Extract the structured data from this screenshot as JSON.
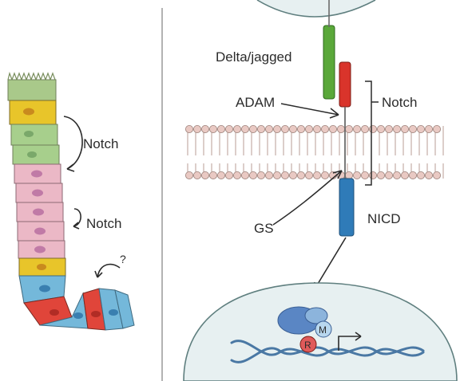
{
  "left_panel": {
    "notch_label_1": "Notch",
    "notch_label_2": "Notch",
    "question_mark": "?"
  },
  "right_panel": {
    "ligand_label": "Delta/jagged",
    "adam_label": "ADAM",
    "receptor_label": "Notch",
    "secretase_label": "GS",
    "nicd_label": "NICD",
    "r_label": "R",
    "m_label": "M"
  },
  "colors": {
    "villus": "#a9c98a",
    "yellow": "#e8c52a",
    "green_cell": "#a7cf8c",
    "pink_cell": "#ebb8c6",
    "nucleus": "#c07aa6",
    "crypt_blue": "#74b8da",
    "crypt_red": "#e0453a",
    "membrane": "#e9c9c3",
    "ligand": "#5aa83a",
    "notch": "#d9342b",
    "nicd": "#2f7bb8",
    "nucleus_bg": "#e7f0f1",
    "dna": "#4a78a4"
  }
}
